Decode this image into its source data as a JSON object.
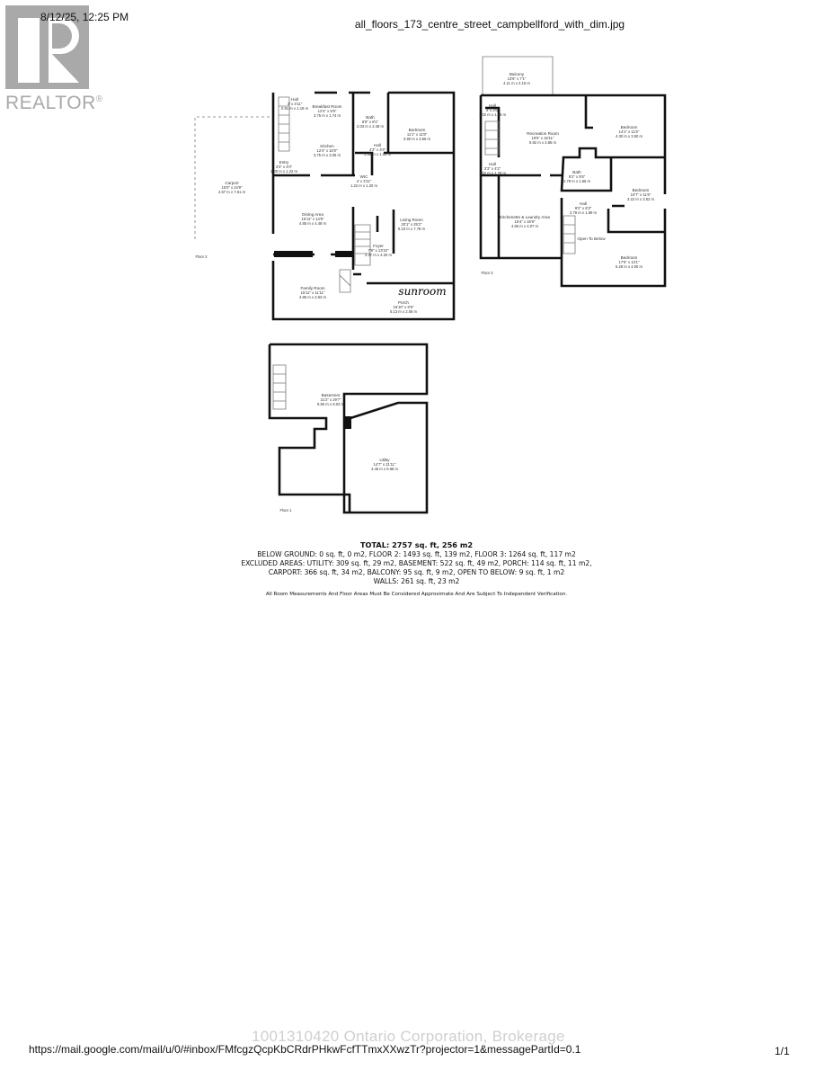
{
  "header": {
    "datetime": "8/12/25, 12:25 PM",
    "title": "all_floors_173_centre_street_campbellford_with_dim.jpg"
  },
  "logo": {
    "text": "REALTOR",
    "mark": "®",
    "color": "#a9a9a9"
  },
  "floor2": {
    "label": "Floor 2",
    "handwritten": "sunroom",
    "rooms": [
      {
        "name": "Hall",
        "imperial": "3' x 3'11\"",
        "metric": "0.91 m x 1.19 m"
      },
      {
        "name": "Breakfast Room",
        "imperial": "12'4\" x 5'9\"",
        "metric": "3.75 m x 1.74 m"
      },
      {
        "name": "Bath",
        "imperial": "6'8\" x 8'1\"",
        "metric": "2.03 m x 2.48 m"
      },
      {
        "name": "Bedroom",
        "imperial": "11'1\" x 11'8\"",
        "metric": "3.90 m x 3.56 m"
      },
      {
        "name": "Kitchen",
        "imperial": "12'4\" x 10'0\"",
        "metric": "3.75 m x 3.05 m"
      },
      {
        "name": "Hall",
        "imperial": "4'3\" x 3'4\"",
        "metric": "1.30 m x 1.02 m"
      },
      {
        "name": "Entry",
        "imperial": "3'3\" x 4'0\"",
        "metric": "1.00 m x 1.22 m"
      },
      {
        "name": "WIC",
        "imperial": "4' x 3'11\"",
        "metric": "1.22 m x 1.20 m"
      },
      {
        "name": "Carport",
        "imperial": "15'0\" x 24'9\"",
        "metric": "4.57 m x 7.61 m"
      },
      {
        "name": "Dining Area",
        "imperial": "15'11\" x 14'8\"",
        "metric": "4.85 m x 4.48 m"
      },
      {
        "name": "Living Room",
        "imperial": "20'1\" x 25'2\"",
        "metric": "6.10 m x 7.78 m"
      },
      {
        "name": "Foyer",
        "imperial": "7'9\" x 13'10\"",
        "metric": "2.37 m x 4.20 m"
      },
      {
        "name": "Family Room",
        "imperial": "15'11\" x 11'11\"",
        "metric": "4.85 m x 3.63 m"
      },
      {
        "name": "Porch",
        "imperial": "16'10\" x 6'9\"",
        "metric": "5.13 m x 2.06 m"
      }
    ]
  },
  "floor3": {
    "label": "Floor 3",
    "rooms": [
      {
        "name": "Balcony",
        "imperial": "13'6\" x 7'1\"",
        "metric": "4.11 m x 2.15 m"
      },
      {
        "name": "Hall",
        "imperial": "3' x 3'6\"",
        "metric": "1.02 m x 1.06 m"
      },
      {
        "name": "Recreation Room",
        "imperial": "19'5\" x 15'11\"",
        "metric": "5.92 m x 4.85 m"
      },
      {
        "name": "Bedroom",
        "imperial": "14'1\" x 11'5\"",
        "metric": "4.30 m x 3.50 m"
      },
      {
        "name": "Hall",
        "imperial": "3'3\" x 4'2\"",
        "metric": "1.02 m x 1.28 m"
      },
      {
        "name": "Bath",
        "imperial": "9'2\" x 5'5\"",
        "metric": "2.79 m x 1.66 m"
      },
      {
        "name": "Bedroom",
        "imperial": "10'7\" x 11'6\"",
        "metric": "3.22 m x 3.52 m"
      },
      {
        "name": "Hall",
        "imperial": "9'2\" x 6'3\"",
        "metric": "2.79 m x 1.89 m"
      },
      {
        "name": "Kitchenette & Laundry Area",
        "imperial": "15'4\" x 16'9\"",
        "metric": "4.66 m x 4.07 m"
      },
      {
        "name": "Open To Below",
        "imperial": "",
        "metric": ""
      },
      {
        "name": "Bedroom",
        "imperial": "17'6\" x 13'1\"",
        "metric": "5.28 m x 4.00 m"
      }
    ]
  },
  "floor1": {
    "label": "Floor 1",
    "rooms": [
      {
        "name": "Basement",
        "imperial": "31'2\" x 29'7\"",
        "metric": "9.50 m x 9.02 m"
      },
      {
        "name": "Utility",
        "imperial": "14'7\" x 21'11\"",
        "metric": "4.45 m x 6.68 m"
      }
    ]
  },
  "summary": {
    "total": "TOTAL: 2757 sq. ft, 256 m2",
    "line1": "BELOW GROUND: 0 sq. ft, 0 m2, FLOOR 2: 1493 sq. ft, 139 m2, FLOOR 3: 1264 sq. ft, 117 m2",
    "line2": "EXCLUDED AREAS: UTILITY: 309 sq. ft, 29 m2, BASEMENT: 522 sq. ft, 49 m2, PORCH: 114 sq. ft, 11 m2,",
    "line3": "CARPORT: 366 sq. ft, 34 m2, BALCONY: 95 sq. ft, 9 m2, OPEN TO BELOW: 9 sq. ft, 1 m2",
    "line4": "WALLS: 261 sq. ft, 23 m2",
    "disclaimer": "All Room Measurements And Floor Areas Must Be Considered Approximate And Are Subject To Independent Verification."
  },
  "footer": {
    "watermark": "1001310420 Ontario Corporation, Brokerage",
    "url": "https://mail.google.com/mail/u/0/#inbox/FMfcgzQcpKbCRdrPHkwFcfTTmxXXwzTr?projector=1&messagePartId=0.1",
    "page": "1/1"
  }
}
